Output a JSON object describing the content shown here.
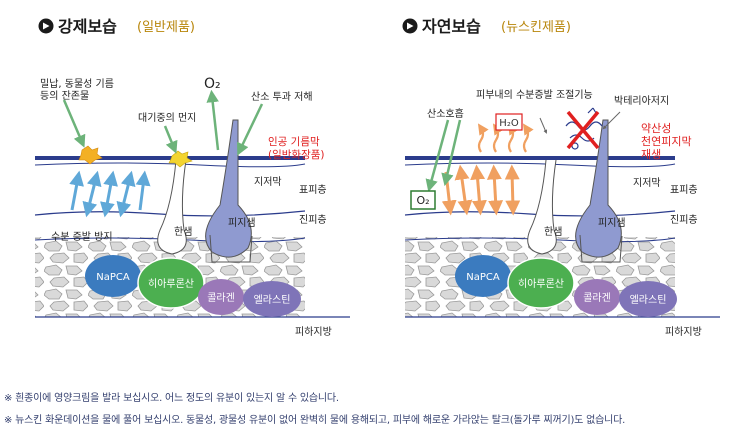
{
  "left": {
    "heading": "강제보습",
    "heading_sub": "(일반제품)",
    "label_residue": [
      "밀납, 동물성 기름",
      "등의 잔존물"
    ],
    "label_dust": "대기중의 먼지",
    "label_o2": "O₂",
    "label_oxygen_block": "산소 투과 저해",
    "label_film": [
      "인공 기름막",
      "(일반화장품)"
    ],
    "label_fat": "지저막",
    "label_epidermis": "표피층",
    "label_dermis": "진피층",
    "label_sweat": "한샘",
    "label_sebaceous": "피지샘",
    "label_evap_block": "수분 증발 방지",
    "label_subcutaneous": "피하지방",
    "cells": {
      "napca": "NaPCA",
      "hyaluronic": "히아루론산",
      "collagen": "콜라겐",
      "elastin": "엘라스틴"
    }
  },
  "right": {
    "heading": "자연보습",
    "heading_sub": "(뉴스킨제품)",
    "label_breathing": "산소호흡",
    "label_regulation": "피부내의 수분증발 조절기능",
    "label_h2o": "H₂O",
    "label_bacteria": "박테리아저지",
    "label_regen": [
      "약산성",
      "천연피지막",
      "재생"
    ],
    "label_o2": "O₂",
    "label_fat": "지저막",
    "label_epidermis": "표피층",
    "label_dermis": "진피층",
    "label_sweat": "한샘",
    "label_sebaceous": "피지샘",
    "label_subcutaneous": "피하지방",
    "cells": {
      "napca": "NaPCA",
      "hyaluronic": "히아루론산",
      "collagen": "콜라겐",
      "elastin": "엘라스틴"
    }
  },
  "notes": [
    "※ 흰종이에 영양크림을 발라 보십시오. 어느 정도의 유분이 있는지 알 수 있습니다.",
    "※ 뉴스킨 화운데이션을 물에 풀어 보십시오. 동물성, 광물성 유분이 없어 완벽히 물에 용해되고, 피부에 해로운 가라앉는 탈크(돌가루 찌꺼기)도 없습니다."
  ],
  "colors": {
    "heading": "#1a1a1a",
    "heading_sub": "#b8860b",
    "film": "#2b3c8c",
    "red_text": "#e02020",
    "arrow_blue": "#5fa8d8",
    "arrow_orange": "#f0a060",
    "arrow_green": "#6db37a",
    "napca": "#3b7bbf",
    "hyaluronic": "#4caf50",
    "collagen": "#9a78b8",
    "elastin": "#7f74b8",
    "sebaceous": "#8f9ad0"
  }
}
